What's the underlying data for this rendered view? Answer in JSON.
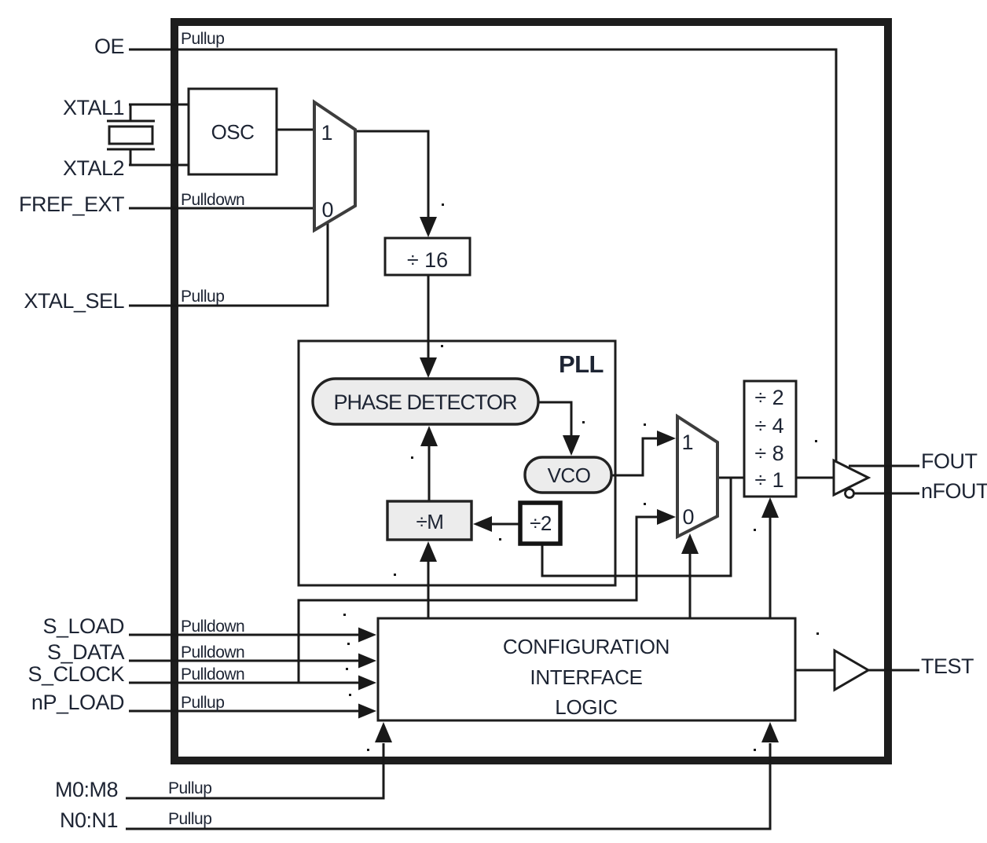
{
  "pins": {
    "left": [
      {
        "label": "OE",
        "pull": "Pullup"
      },
      {
        "label": "XTAL1"
      },
      {
        "label": "XTAL2"
      },
      {
        "label": "FREF_EXT",
        "pull": "Pulldown"
      },
      {
        "label": "XTAL_SEL",
        "pull": "Pullup"
      },
      {
        "label": "S_LOAD",
        "pull": "Pulldown"
      },
      {
        "label": "S_DATA",
        "pull": "Pulldown"
      },
      {
        "label": "S_CLOCK",
        "pull": "Pulldown"
      },
      {
        "label": "nP_LOAD",
        "pull": "Pullup"
      },
      {
        "label": "M0:M8",
        "pull": "Pullup"
      },
      {
        "label": "N0:N1",
        "pull": "Pullup"
      }
    ],
    "right": [
      {
        "label": "FOUT"
      },
      {
        "label": "nFOUT"
      },
      {
        "label": "TEST"
      }
    ]
  },
  "blocks": {
    "osc": "OSC",
    "ref_divider": "÷ 16",
    "pll": "PLL",
    "phase_detector": "PHASE DETECTOR",
    "vco": "VCO",
    "m_divider": "÷M",
    "feedback_divider": "÷2",
    "output_divider": {
      "options": [
        "÷ 2",
        "÷ 4",
        "÷ 8",
        "÷ 1"
      ]
    },
    "config_logic": {
      "line1": "CONFIGURATION",
      "line2": "INTERFACE",
      "line3": "LOGIC"
    }
  },
  "muxes": {
    "ref_mux": {
      "in1": "1",
      "in0": "0"
    },
    "out_mux": {
      "in1": "1",
      "in0": "0"
    }
  },
  "colors": {
    "line": "#191919",
    "text": "#1d2433",
    "block_fill": "#ececec",
    "background": "#ffffff"
  }
}
